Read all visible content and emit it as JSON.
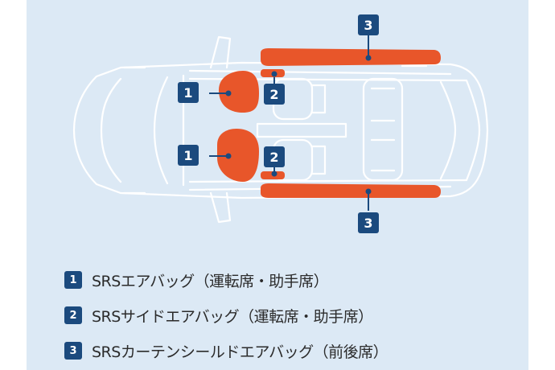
{
  "diagram": {
    "markers": {
      "driver_front": "1",
      "passenger_front": "1",
      "driver_side": "2",
      "passenger_side": "2",
      "curtain_top": "3",
      "curtain_bottom": "3"
    },
    "colors": {
      "background": "#dce9f5",
      "airbag": "#e8562a",
      "badge": "#1b4a7e",
      "car_outline": "#ffffff"
    }
  },
  "legend": [
    {
      "number": "1",
      "text": "SRSエアバッグ（運転席・助手席）"
    },
    {
      "number": "2",
      "text": "SRSサイドエアバッグ（運転席・助手席）"
    },
    {
      "number": "3",
      "text": "SRSカーテンシールドエアバッグ（前後席）"
    }
  ]
}
